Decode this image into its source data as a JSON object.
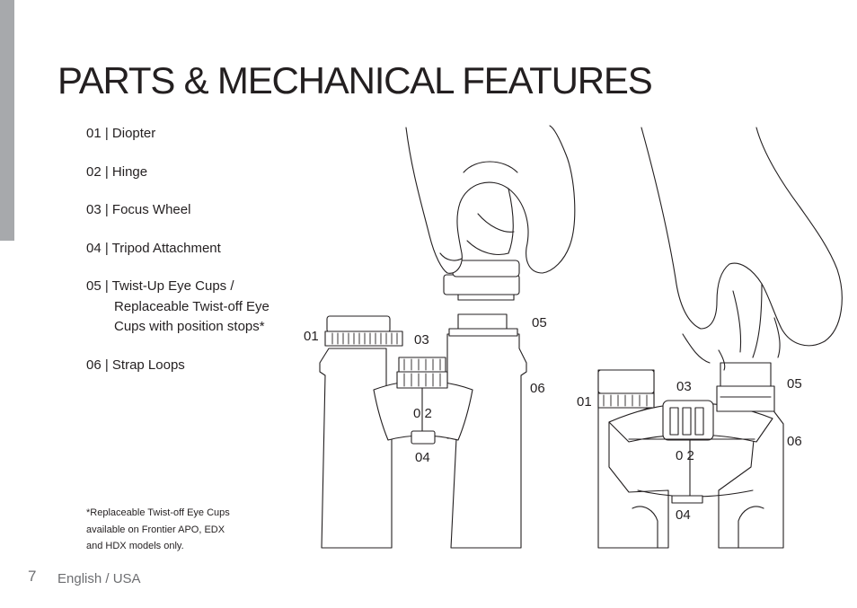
{
  "title": "PARTS & MECHANICAL FEATURES",
  "parts": [
    {
      "label": "01 | Diopter"
    },
    {
      "label": "02 | Hinge"
    },
    {
      "label": "03 | Focus Wheel"
    },
    {
      "label": "04 | Tripod Attachment"
    },
    {
      "label_lines": [
        "05 | Twist-Up Eye Cups /",
        "Replaceable Twist-off Eye",
        "Cups with position stops*"
      ]
    },
    {
      "label": "06 | Strap Loops"
    }
  ],
  "footnote": [
    "*Replaceable Twist-off Eye Cups",
    "available on Frontier APO, EDX",
    "and HDX models only."
  ],
  "footer": {
    "page_number": "7",
    "language": "English / USA"
  },
  "callouts": {
    "left": {
      "c01": "01",
      "c02": "0 2",
      "c03": "03",
      "c04": "04",
      "c05": "05",
      "c06": "06"
    },
    "right": {
      "c01": "01",
      "c02": "0 2",
      "c03": "03",
      "c04": "04",
      "c05": "05",
      "c06": "06"
    }
  },
  "colors": {
    "side_tab": "#a7a9ac",
    "text": "#231f20",
    "footer_text": "#6d6e71"
  }
}
